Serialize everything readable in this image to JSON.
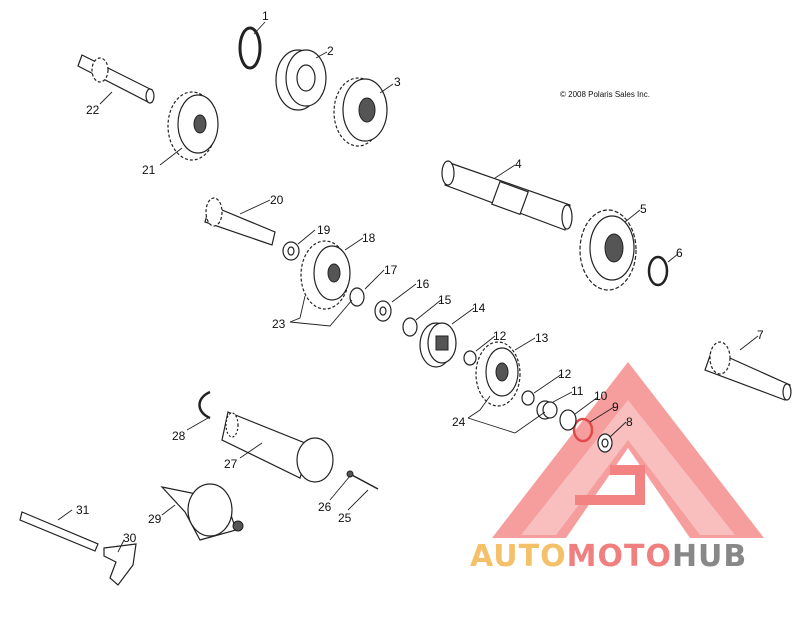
{
  "copyright": "© 2008 Polaris Sales Inc.",
  "callouts": [
    "1",
    "2",
    "3",
    "4",
    "5",
    "6",
    "7",
    "8",
    "9",
    "10",
    "11",
    "12",
    "12",
    "13",
    "14",
    "15",
    "16",
    "17",
    "18",
    "19",
    "20",
    "21",
    "22",
    "23",
    "24",
    "25",
    "26",
    "27",
    "28",
    "29",
    "30",
    "31"
  ],
  "watermark": {
    "part1": "AUTO",
    "part2": "MOTO",
    "part3": "HUB",
    "colors": {
      "auto": "#f4c06a",
      "moto": "#f08080",
      "hub": "#888888",
      "triangle": "#f26d6d"
    }
  }
}
